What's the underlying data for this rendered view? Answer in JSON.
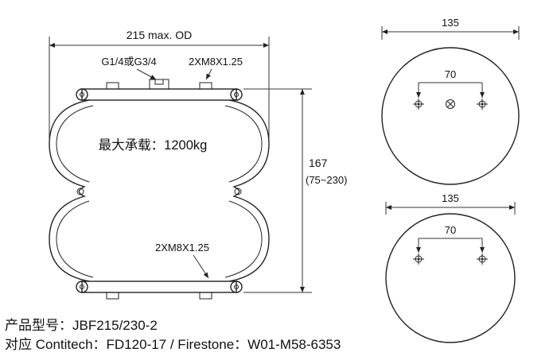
{
  "side_view": {
    "od_dimension": "215 max. OD",
    "port_label": "G1/4或G3/4",
    "top_bolt_label": "2XM8X1.25",
    "load_capacity": "最大承载：1200kg",
    "height_dimension": "167",
    "height_range": "(75~230)",
    "bottom_bolt_label": "2XM8X1.25"
  },
  "top_view_upper": {
    "diameter_dimension": "135",
    "bolt_spacing_dimension": "70"
  },
  "top_view_lower": {
    "diameter_dimension": "135",
    "bolt_spacing_dimension": "70"
  },
  "footer": {
    "model_line": "产品型号：JBF215/230-2",
    "crossref_line": "对应 Contitech：FD120-17 /  Firestone：W01-M58-6353"
  },
  "colors": {
    "line": "#222222",
    "text": "#111111",
    "background": "#ffffff"
  }
}
